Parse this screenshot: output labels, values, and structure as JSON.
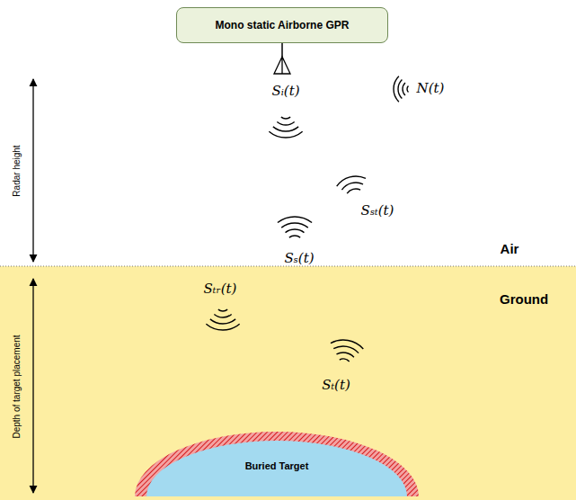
{
  "diagram": {
    "nodes": [
      {
        "text": [
          "Mono static Airborne GPR"
        ]
      },
      {
        "text": [
          "Ground"
        ]
      },
      {
        "text": [
          "Buried Target"
        ],
        "in": 1
      }
    ],
    "labels": [
      "Radar height",
      "Sᵢ(t)",
      "N(t)",
      "Sₛₜ(t)",
      "Sₛ(t)",
      "Air",
      "Sₜᵣ(t)",
      "Sₜ(t)",
      "Depth of target placement"
    ]
  }
}
